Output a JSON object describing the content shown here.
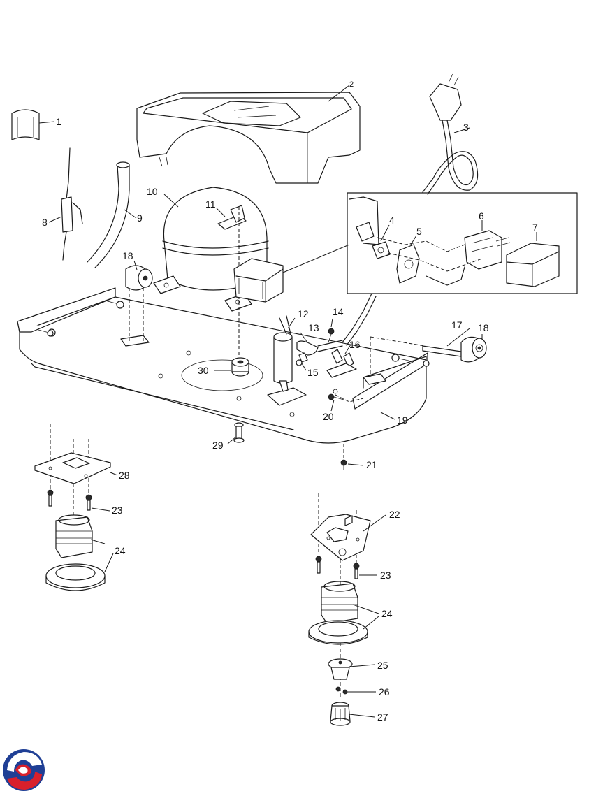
{
  "callouts": {
    "c1": "1",
    "c2": "2",
    "c3": "3",
    "c4": "4",
    "c5": "5",
    "c6": "6",
    "c7": "7",
    "c8": "8",
    "c9": "9",
    "c10": "10",
    "c11": "11",
    "c12": "12",
    "c13": "13",
    "c14": "14",
    "c15": "15",
    "c16": "16",
    "c17": "17",
    "c18a": "18",
    "c18b": "18",
    "c19": "19",
    "c20": "20",
    "c21": "21",
    "c22": "22",
    "c23a": "23",
    "c23b": "23",
    "c24a": "24",
    "c24b": "24",
    "c25": "25",
    "c26": "26",
    "c27": "27",
    "c28": "28",
    "c29": "29",
    "c30": "30"
  },
  "logo": {
    "colors": [
      "#1f3f95",
      "#d8202c"
    ]
  }
}
